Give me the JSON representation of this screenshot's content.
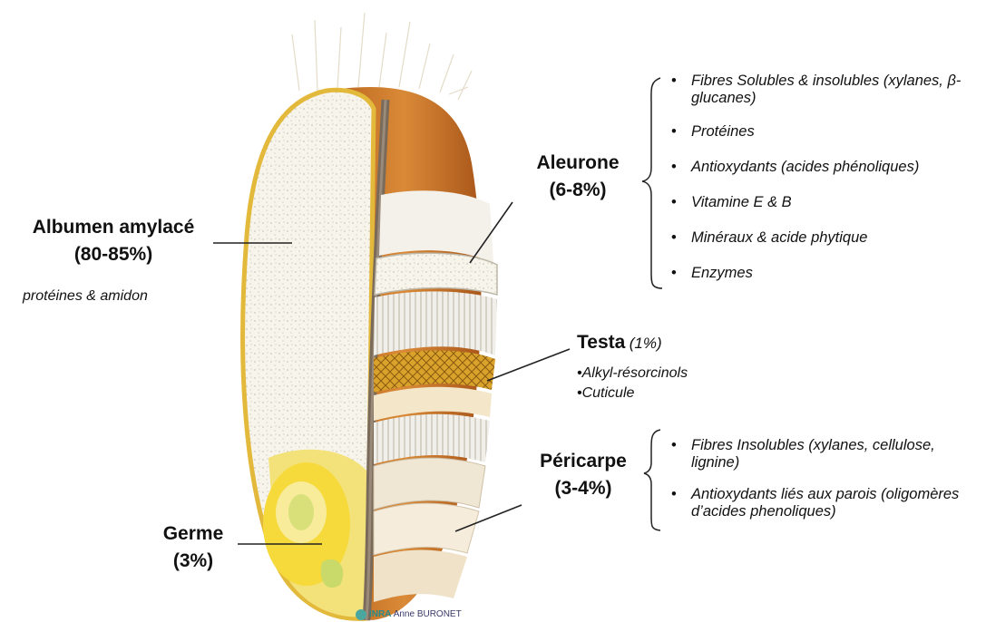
{
  "labels": {
    "albumen": {
      "name": "Albumen amylacé",
      "pct": "(80-85%)",
      "detail": "protéines &  amidon"
    },
    "germe": {
      "name": "Germe",
      "pct": "(3%)"
    },
    "aleurone": {
      "name": "Aleurone",
      "pct": "(6-8%)",
      "items": [
        "Fibres Solubles & insolubles (xylanes, β-glucanes)",
        "Protéines",
        "Antioxydants (acides phénoliques)",
        "Vitamine E  & B",
        "Minéraux & acide phytique",
        "Enzymes"
      ]
    },
    "testa": {
      "name": "Testa",
      "pct": "(1%)",
      "items": [
        "•Alkyl-résorcinols",
        "•Cuticule"
      ]
    },
    "pericarpe": {
      "name": "Péricarpe",
      "pct": "(3-4%)",
      "items": [
        "Fibres Insolubles (xylanes, cellulose, lignine)",
        "Antioxydants liés aux parois (oligomères d’acides phenoliques)"
      ]
    }
  },
  "credit": {
    "logo": "INRA",
    "author": "Anne BURONET"
  },
  "colors": {
    "hull": "#c7772a",
    "albumen": "#f6f3ea",
    "germ": "#f2d94a",
    "testa": "#d9a52e",
    "outline": "#e3b93c",
    "leader": "#222222"
  }
}
